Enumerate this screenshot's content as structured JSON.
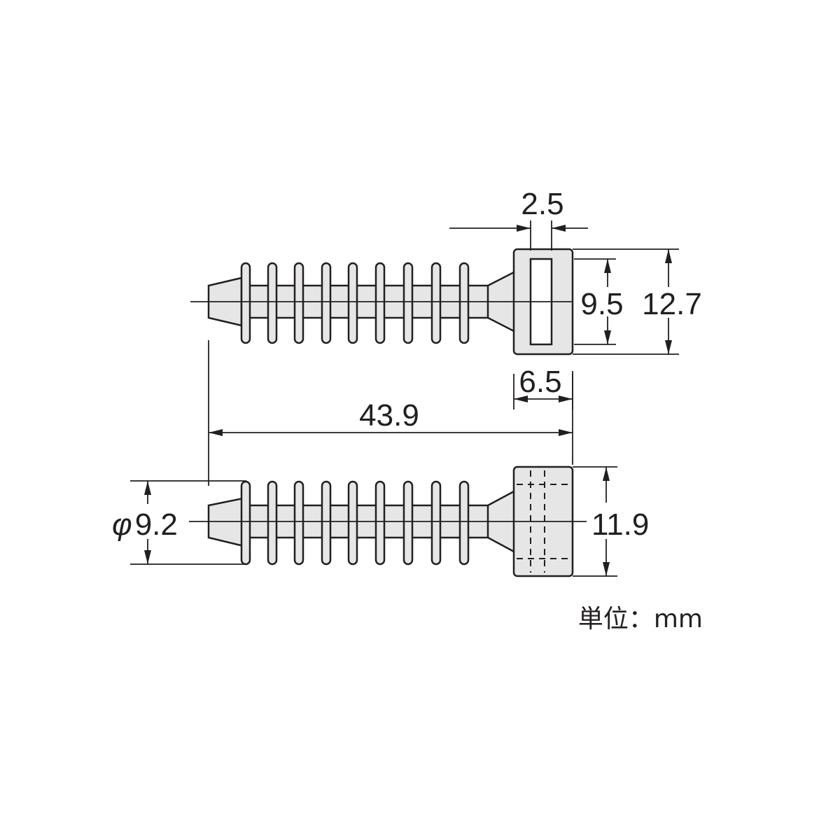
{
  "dimensions": {
    "head_slot_width": "2.5",
    "slot_height": "9.5",
    "head_height_top": "12.7",
    "head_length": "6.5",
    "overall_length": "43.9",
    "shank_diameter_symbol": "φ",
    "shank_diameter": "9.2",
    "head_height_side": "11.9"
  },
  "unit_label": "単位：mm",
  "colors": {
    "line": "#231f20",
    "part_fill": "#e6e6e6",
    "background": "#ffffff"
  }
}
